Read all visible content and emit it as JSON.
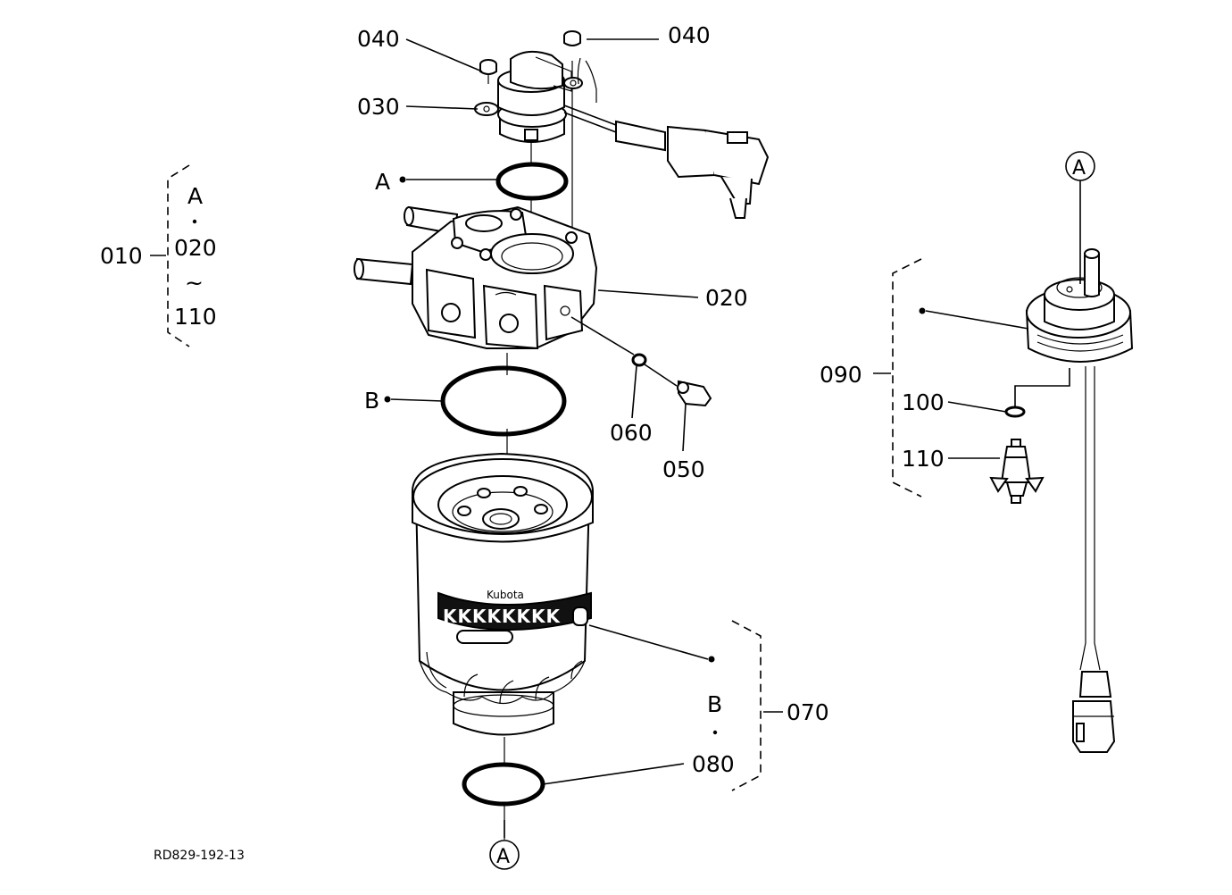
{
  "callouts": {
    "c040_left": "040",
    "c040_right": "040",
    "c030": "030",
    "ref_a_top": "A",
    "c020": "020",
    "ref_b": "B",
    "c060": "060",
    "c050": "050",
    "c070": "070",
    "b_note": "B",
    "c080": "080",
    "c090": "090",
    "c100": "100",
    "c110": "110"
  },
  "group_010": {
    "label": "010",
    "line1": "A",
    "line2": "020",
    "tilde": "~",
    "line3": "110"
  },
  "circle_refs": {
    "bottom": "A",
    "right": "A"
  },
  "filter_brand": "Kubota",
  "filter_band": "KKKKKKKK",
  "drawing_id": "RD829-192-13"
}
